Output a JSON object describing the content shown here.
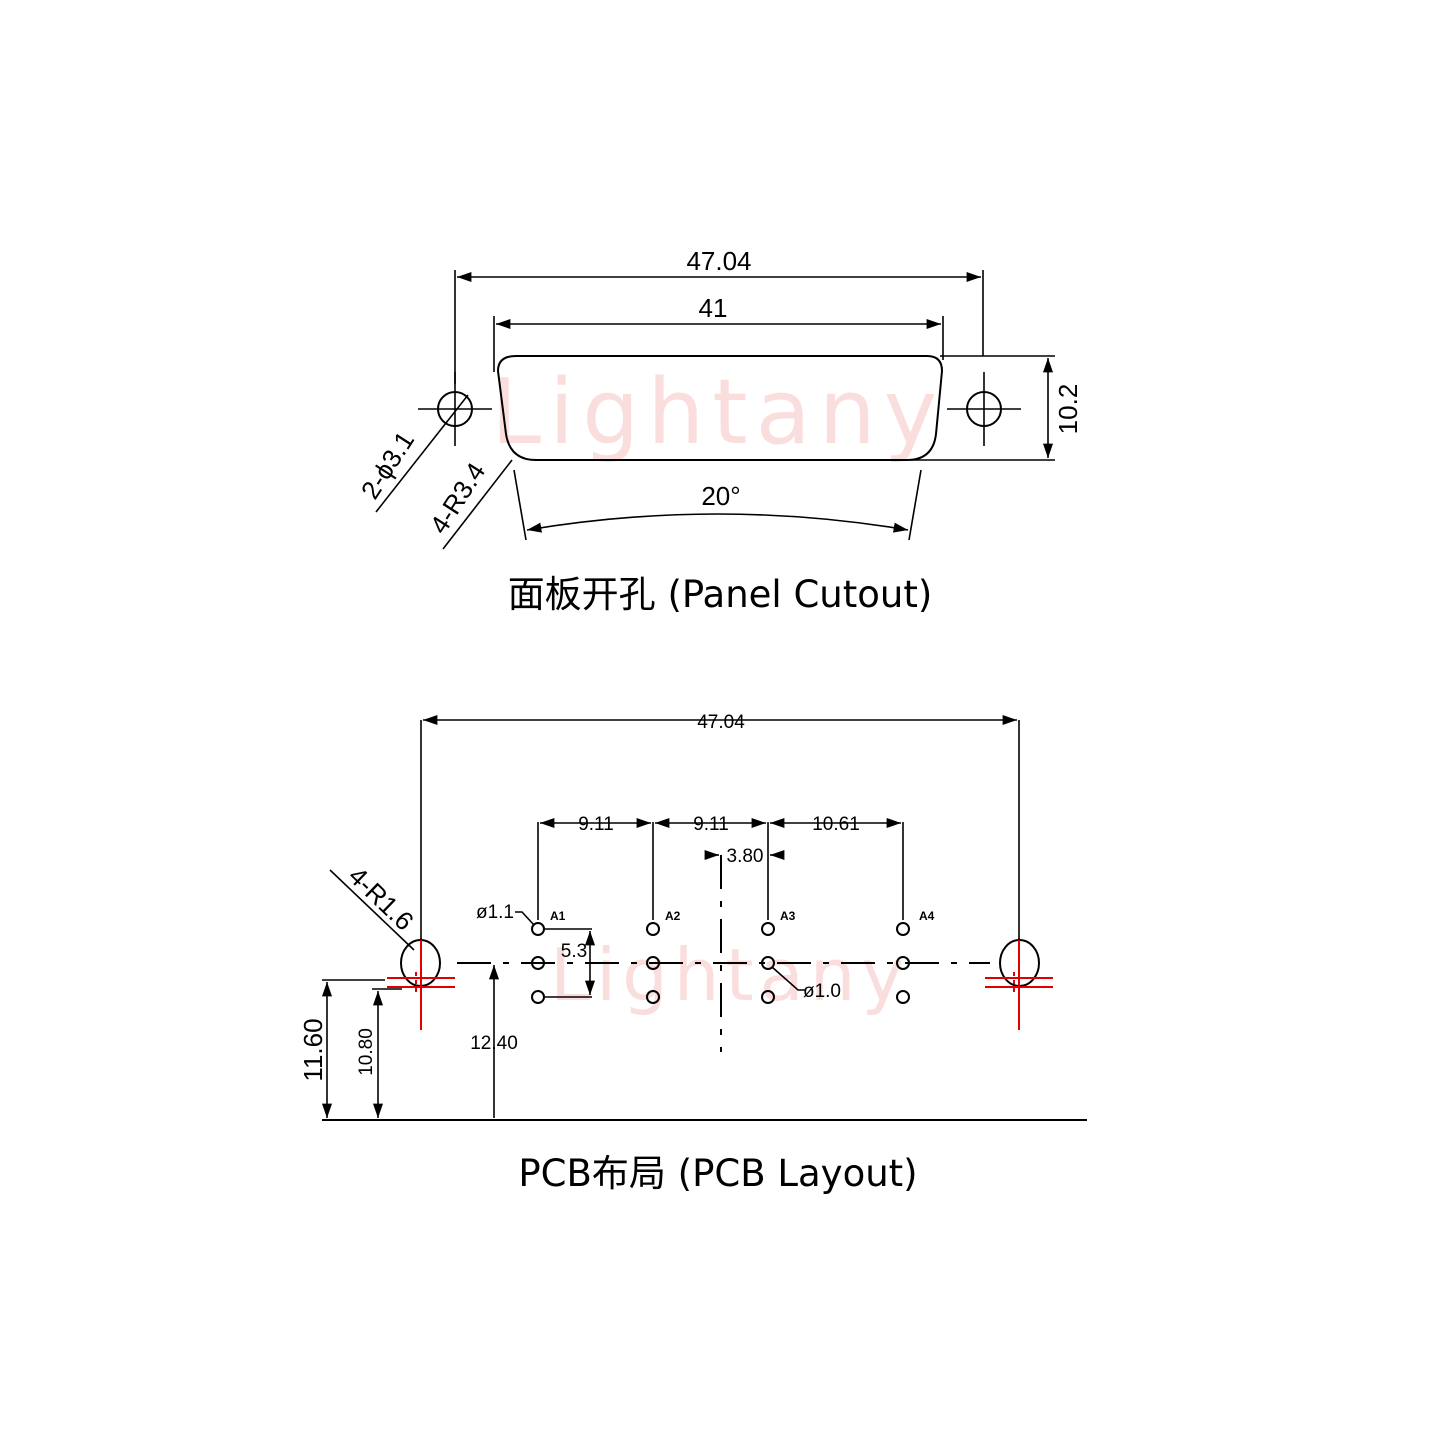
{
  "watermark": "Lightany",
  "panel_cutout": {
    "caption": "面板开孔 (Panel Cutout)",
    "dim_overall": "47.04",
    "dim_opening": "41",
    "dim_height": "10.2",
    "dim_angle": "20°",
    "dim_hole": "2-ϕ3.1",
    "dim_radius": "4-R3.4"
  },
  "pcb_layout": {
    "caption": "PCB布局 (PCB Layout)",
    "dim_overall": "47.04",
    "pitch_1": "9.11",
    "pitch_2": "9.11",
    "pitch_3": "10.61",
    "dim_offset": "3.80",
    "dim_row": "5.3",
    "dim_mount_radius": "4-R1.6",
    "dim_pin_hole_large": "ø1.1",
    "dim_pin_hole_small": "ø1.0",
    "dim_h1": "11.60",
    "dim_h2": "10.80",
    "dim_h3": "12.40",
    "pins": [
      "A1",
      "A2",
      "A3",
      "A4"
    ]
  },
  "colors": {
    "line": "#000000",
    "centerline": "#e00000",
    "watermark": "#f7c9c9"
  }
}
